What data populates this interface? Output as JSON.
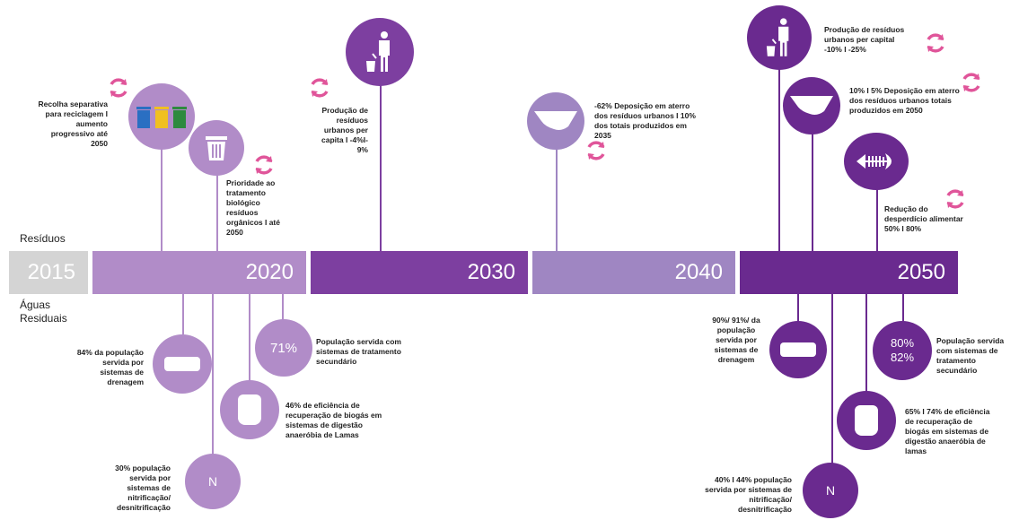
{
  "labels": {
    "residuos": "Resíduos",
    "aguas": "Águas\nResiduais"
  },
  "timeline": [
    {
      "year": "2015"
    },
    {
      "year": "2020"
    },
    {
      "year": "2030"
    },
    {
      "year": "2040"
    },
    {
      "year": "2050"
    }
  ],
  "residuos": {
    "recolha": "Recolha separativa para reciclagem I aumento progressivo até 2050",
    "prioridade": "Prioridade ao tratamento biológico resíduos orgânicos I até 2050",
    "producao2030": "Produção de resíduos urbanos per capita I -4%I-9%",
    "deposicao2040": "-62% Deposição em aterro dos resíduos urbanos I 10% dos totais produzidos em 2035",
    "producao2050": "Produção de resíduos urbanos per capital -10% I -25%",
    "deposicao2050": "10% I 5% Deposição em aterro dos resíduos urbanos totais produzidos em 2050",
    "desperdicio": "Redução do desperdício alimentar 50% I 80%"
  },
  "aguas": {
    "drenagem2020": "84% da população servida por sistemas de drenagem",
    "secundario2020_value": "71%",
    "secundario2020": "População servida com sistemas de tratamento secundário",
    "biogas2020": "46% de eficiência de recuperação de biogás em sistemas de digestão anaeróbia de Lamas",
    "nitrif2020": "30% população servida por sistemas de nitrificação/ desnitrificação",
    "n_label": "N",
    "drenagem2050": "90%/ 91%/ da população servida por sistemas de drenagem",
    "secundario2050_value_a": "80%",
    "secundario2050_value_b": "82%",
    "secundario2050": "População servida com sistemas de tratamento secundário",
    "biogas2050": "65% I 74% de eficiência de recuperação de biogás em sistemas de digestão anaeróbia de lamas",
    "nitrif2050": "40% I 44% população servida por sistemas de nitrificação/ desnitrificação"
  },
  "colors": {
    "grey": "#d4d4d4",
    "light": "#b18cc8",
    "mid": "#7d3fa0",
    "lavender": "#9f86c2",
    "dark": "#6a2a8f",
    "pink": "#e0559a"
  },
  "icons": [
    "recycle-cycle-icon",
    "bins-icon",
    "trash-bin-icon",
    "person-trash-icon",
    "landfill-icon",
    "fish-bones-icon",
    "pipe-icon",
    "digester-icon"
  ]
}
